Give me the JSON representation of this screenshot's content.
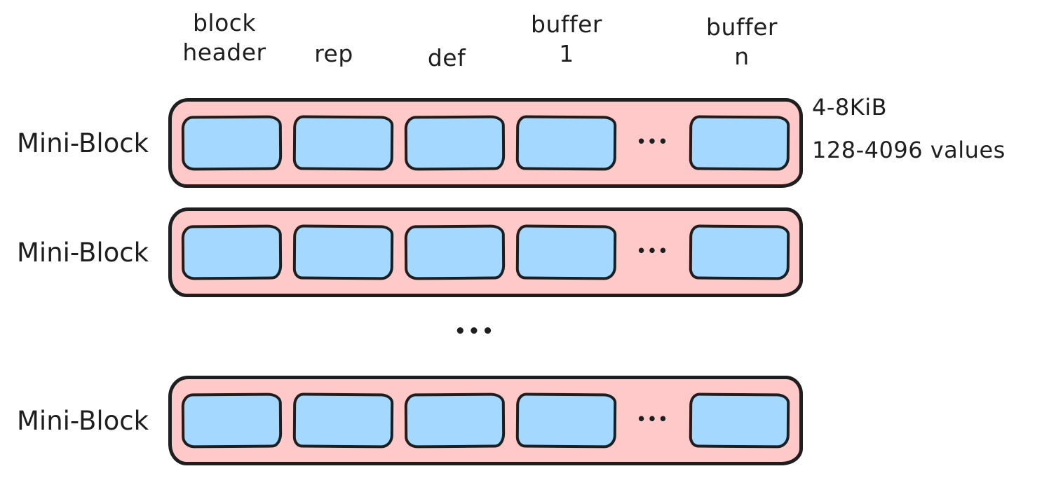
{
  "columns": [
    {
      "id": "block-header",
      "label": "block\nheader"
    },
    {
      "id": "rep",
      "label": "rep"
    },
    {
      "id": "def",
      "label": "def"
    },
    {
      "id": "buffer-1",
      "label": "buffer\n1"
    },
    {
      "id": "buffer-n",
      "label": "buffer\nn"
    }
  ],
  "mini_blocks": [
    {
      "label": "Mini-Block"
    },
    {
      "label": "Mini-Block"
    },
    {
      "label": "Mini-Block"
    }
  ],
  "annotations": {
    "size_note": "4-8KiB",
    "values_note": "128-4096 values"
  },
  "ellipsis": {
    "inline": "•••",
    "between_rows": "•••"
  },
  "colors": {
    "stroke": "#1e1e1e",
    "mini_block_fill": "#ffc9c9",
    "buffer_fill": "#a5d8ff",
    "background": "#ffffff"
  }
}
